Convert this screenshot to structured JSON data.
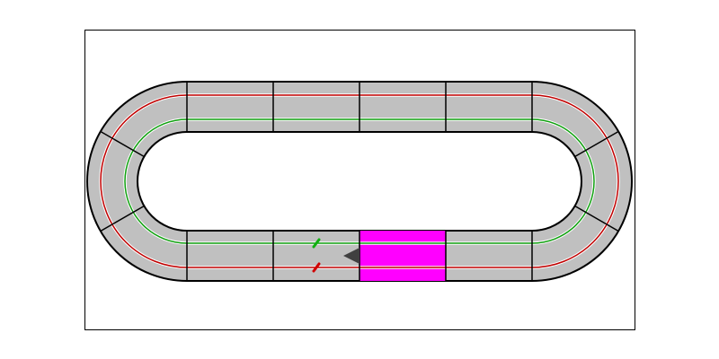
{
  "track": {
    "straight_pieces_per_side": 4,
    "curve_pieces_per_end": 3,
    "colors": {
      "track_fill": "#c0c0c0",
      "track_edge": "#000000",
      "outer_lane": "#c00000",
      "inner_lane": "#10a010",
      "lane_highlight": "#ffffff",
      "start_zone": "#ff00ff",
      "direction_marker": "#404040"
    }
  },
  "cars": [
    {
      "lane": "inner",
      "color": "#10b010"
    },
    {
      "lane": "outer",
      "color": "#d00000"
    }
  ]
}
